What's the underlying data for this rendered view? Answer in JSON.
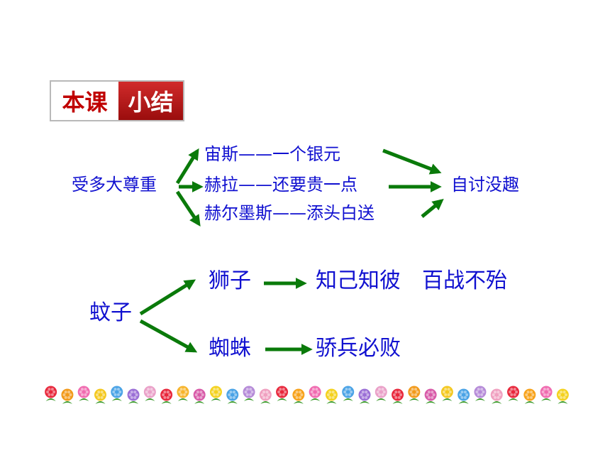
{
  "title": {
    "left": "本课",
    "right": "小结"
  },
  "colors": {
    "text": "#1010d0",
    "arrow": "#0a7a0a",
    "title_red": "#c00000"
  },
  "section1": {
    "source": "受多大尊重",
    "branches": [
      "宙斯——一个银元",
      "赫拉——还要贵一点",
      "赫尔墨斯——添头白送"
    ],
    "result": "自讨没趣"
  },
  "section2": {
    "source": "蚊子",
    "branch1": {
      "subject": "狮子",
      "result": "知己知彼　百战不殆"
    },
    "branch2": {
      "subject": "蜘蛛",
      "result": "骄兵必败"
    }
  },
  "decoration": {
    "flower_colors": [
      "#e8283c",
      "#f29a1a",
      "#f06bb0",
      "#f4c81f",
      "#4aa3e6",
      "#9b6fd6",
      "#eaa0c8",
      "#e8283c",
      "#f7b42a",
      "#d85aa8",
      "#f4d21f",
      "#4aa3e6",
      "#b58ad8",
      "#f0a0c0",
      "#e8283c",
      "#f7a21a",
      "#f06bb0",
      "#f4d21f",
      "#4aa3e6",
      "#9b6fd6",
      "#eaa0c8",
      "#e8283c",
      "#f29a1a",
      "#d85aa8",
      "#f4c81f",
      "#4aa3e6",
      "#b58ad8",
      "#f0a0c0",
      "#e8283c",
      "#f7a21a",
      "#f06bb0",
      "#f4d21f"
    ]
  }
}
